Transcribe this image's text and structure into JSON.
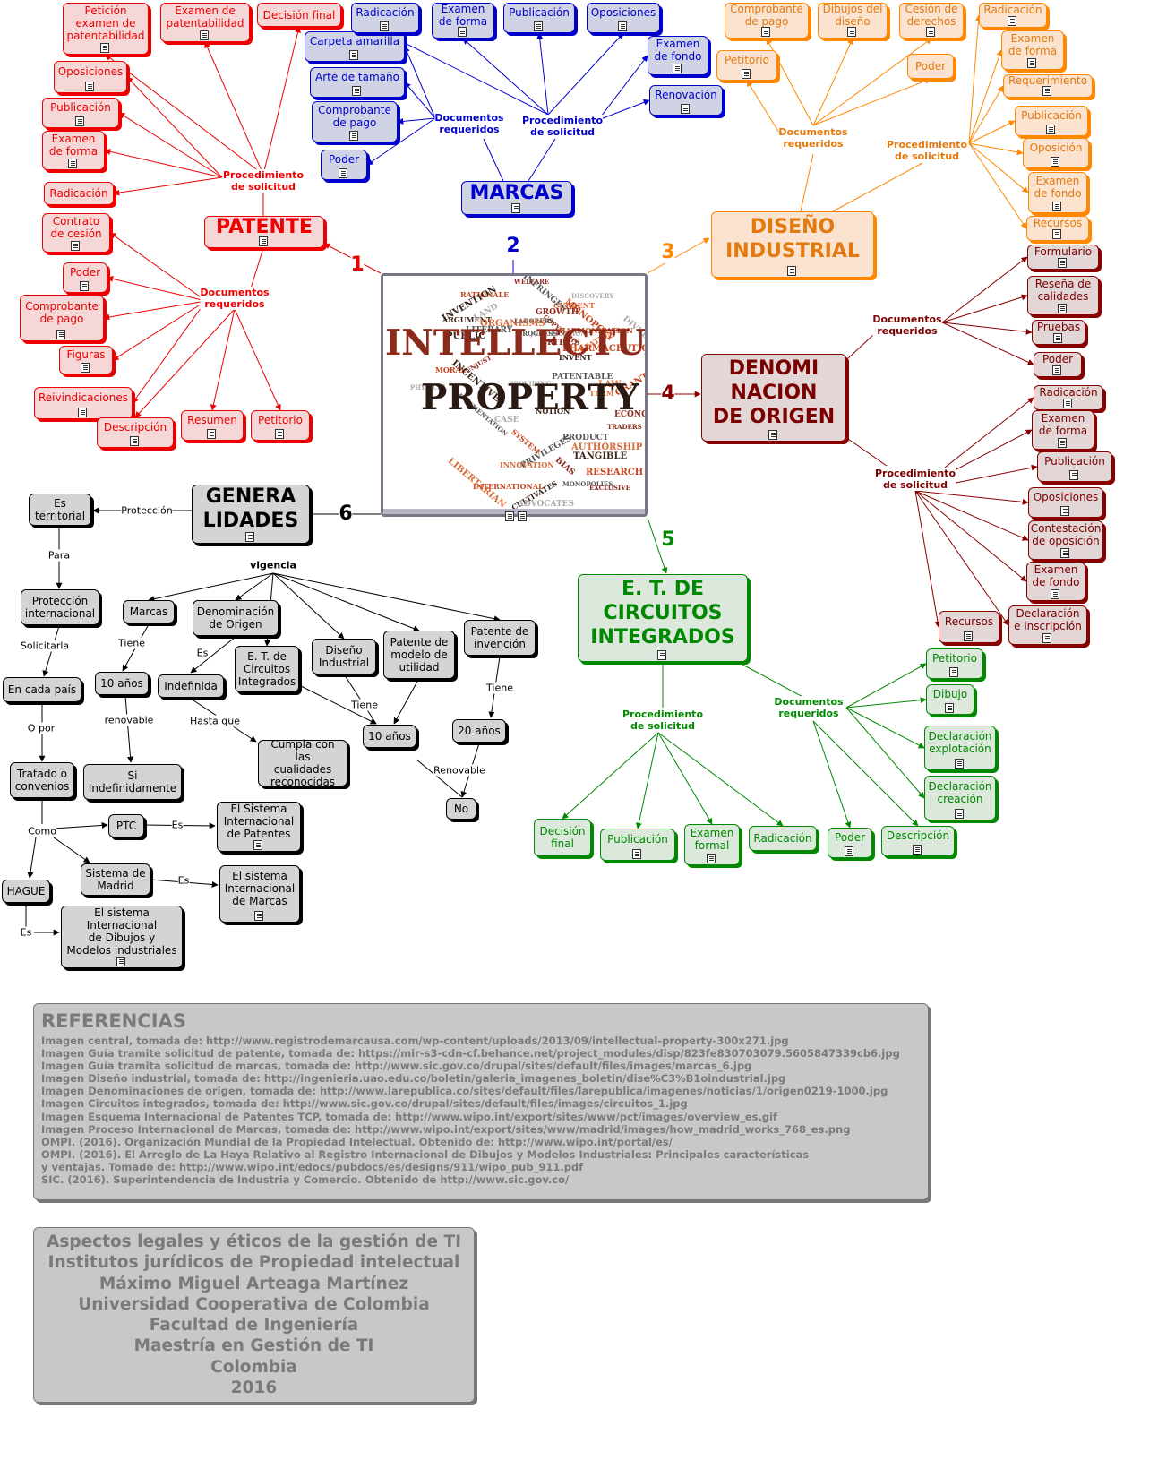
{
  "center": {
    "words_big": [
      "INTELLECTUAL",
      "PROPERTY"
    ],
    "words_small": [
      "WELFARE",
      "RATIONALE",
      "INFRINGES",
      "INVENTION",
      "DISCOVERY",
      "CURRENT",
      "GROWTH",
      "MONOPOLY",
      "LABORERS",
      "ARGUMENT",
      "LAND",
      "ORGANISMS",
      "COPYRIGHT",
      "HARMONIZATION",
      "LITERARY",
      "PUBLIC",
      "JUSTIFICATION",
      "CREATIONS",
      "CRITICS",
      "PHARMACEUTICAL",
      "PROGRESS",
      "INVENT",
      "DIVULGED",
      "LAW",
      "UNJUST",
      "MORAL",
      "PATENTABLE",
      "INCENTIVE",
      "PROVIDING",
      "TERM",
      "ECONOMIC",
      "GRANTED",
      "IMPLEMENTATION",
      "NOTION",
      "CASE",
      "AUTHORSHIP",
      "TRADERS",
      "SYSTEM",
      "PRIVILEGES",
      "TANGIBLE",
      "PHYSICAL",
      "INNOVATION",
      "BIAS",
      "RESEARCH",
      "MONOPOLIES",
      "CULTIVATES",
      "ADVOCATES",
      "LIBERTARIAN",
      "EXCLUSIVE",
      "INTERNATIONAL",
      "PRODUCT"
    ]
  },
  "numbers": [
    "1",
    "2",
    "3",
    "4",
    "5",
    "6"
  ],
  "patente": {
    "title": "PATENTE",
    "procedimiento_label": "Procedimiento\nde solicitud",
    "documentos_label": "Documentos\nrequeridos",
    "proc": [
      "Petición\nexamen de\npatentabilidad",
      "Examen de\npatentabilidad",
      "Decisión final",
      "Oposiciones",
      "Publicación",
      "Examen\nde forma",
      "Radicación"
    ],
    "docs": [
      "Contrato\nde  cesión",
      "Poder",
      "Comprobante\nde pago",
      "Figuras",
      "Reivindicaciones",
      "Descripción",
      "Resumen",
      "Petitorio"
    ]
  },
  "marcas": {
    "title": "MARCAS",
    "documentos_label": "Documentos\nrequeridos",
    "procedimiento_label": "Procedimiento\nde solicitud",
    "docs": [
      "Carpeta amarilla",
      "Arte de tamaño",
      "Comprobante\nde pago",
      "Poder"
    ],
    "proc": [
      "Radicación",
      "Examen\nde forma",
      "Publicación",
      "Oposiciones",
      "Examen\nde fondo",
      "Renovación"
    ]
  },
  "diseno": {
    "title": "DISEÑO\nINDUSTRIAL",
    "documentos_label": "Documentos\nrequeridos",
    "procedimiento_label": "Procedimiento\nde solicitud",
    "docs": [
      "Comprobante\nde pago",
      "Dibujos del\ndiseño",
      "Cesión de\nderechos",
      "Petitorio",
      "Poder"
    ],
    "proc": [
      "Radicación",
      "Examen\nde forma",
      "Requerimiento",
      "Publicación",
      "Oposición",
      "Examen\nde fondo",
      "Recursos"
    ]
  },
  "denominacion": {
    "title": "DENOMI\nNACION\nDE ORIGEN",
    "documentos_label": "Documentos\nrequeridos",
    "procedimiento_label": "Procedimiento\nde solicitud",
    "docs": [
      "Formulario",
      "Reseña de\ncalidades",
      "Pruebas",
      "Poder"
    ],
    "proc": [
      "Radicación",
      "Examen\nde forma",
      "Publicación",
      "Oposiciones",
      "Contestación\nde oposición",
      "Examen\nde fondo",
      "Declaración\ne inscripción",
      "Recursos"
    ]
  },
  "circuitos": {
    "title": "E. T. DE\nCIRCUITOS\nINTEGRADOS",
    "procedimiento_label": "Procedimiento\nde solicitud",
    "documentos_label": "Documentos\nrequeridos",
    "proc": [
      "Decisión\nfinal",
      "Publicación",
      "Examen\nformal",
      "Radicación"
    ],
    "docs": [
      "Petitorio",
      "Dibujo",
      "Declaración\nexplotación",
      "Declaración\ncreación",
      "Poder",
      "Descripción"
    ]
  },
  "generalidades": {
    "title": "GENERA\nLIDADES",
    "vigencia": "vigencia",
    "proteccion_link": "Protección",
    "nodes": {
      "es_territorial": "Es\nterritorial",
      "proteccion_internacional": "Protección\ninternacional",
      "en_cada_pais": "En cada país",
      "tratado": "Tratado o\nconvenios",
      "ptc": "PTC",
      "hague": "HAGUE",
      "sistema_madrid": "Sistema de\nMadrid",
      "sist_patentes": "El Sistema\nInternacional\nde Patentes",
      "sist_marcas": "El sistema\nInternacional\nde Marcas",
      "sist_dibujos": "El sistema\nInternacional\nde Dibujos y\nModelos industriales",
      "marcas": "Marcas",
      "diez_anios_a": "10 años",
      "si_indef": "Si\nIndefinidamente",
      "denominacion": "Denominación\nde Origen",
      "indefinida": "Indefinida",
      "cumpla": "Cumpla con las\ncualidades\nreconocidas",
      "et_circuitos": "E. T. de\nCircuitos\nIntegrados",
      "diseno": "Diseño\nIndustrial",
      "modelo": "Patente de\nmodelo de\nutilidad",
      "diez_anios_b": "10 años",
      "invencion": "Patente de\ninvención",
      "veinte_anios": "20 años",
      "no": "No"
    },
    "links": {
      "para": "Para",
      "solicitarla": "Solicitarla",
      "o_por": "O por",
      "como": "Como",
      "es1": "Es",
      "es2": "Es",
      "es3": "Es",
      "es4": "Es",
      "tiene1": "Tiene",
      "tiene2": "Tiene",
      "tiene3": "Tiene",
      "renovable": "renovable",
      "hasta_que": "Hasta que",
      "renovable2": "Renovable"
    }
  },
  "referencias": {
    "title": "REFERENCIAS",
    "lines": [
      "Imagen central, tomada de: http://www.registrodemarcausa.com/wp-content/uploads/2013/09/intellectual-property-300x271.jpg",
      "Imagen Guía tramite solicitud de patente, tomada de: https://mir-s3-cdn-cf.behance.net/project_modules/disp/823fe830703079.5605847339cb6.jpg",
      "Imagen Guía tramita solicitud de marcas, tomada de: http://www.sic.gov.co/drupal/sites/default/files/images/marcas_6.jpg",
      "Imagen Diseño industrial, tomada de: http://ingenieria.uao.edu.co/boletin/galeria_imagenes_boletin/dise%C3%B1oindustrial.jpg",
      "Imagen Denominaciones de origen, tomada de: http://www.larepublica.co/sites/default/files/larepublica/imagenes/noticias/1/origen0219-1000.jpg",
      "Imagen Circuitos integrados, tomada de: http://www.sic.gov.co/drupal/sites/default/files/images/circuitos_1.jpg",
      "Imagen Esquema Internacional de Patentes TCP, tomada de: http://www.wipo.int/export/sites/www/pct/images/overview_es.gif",
      "Imagen Proceso Internacional de Marcas, tomada de: http://www.wipo.int/export/sites/www/madrid/images/how_madrid_works_768_es.png",
      "OMPI. (2016). Organización Mundial de la Propiedad Intelectual. Obtenido de: http://www.wipo.int/portal/es/",
      "OMPI. (2016). El Arreglo de La Haya Relativo al Registro Internacional de Dibujos y Modelos Industriales: Principales características",
      "y ventajas. Tomado de: http://www.wipo.int/edocs/pubdocs/es/designs/911/wipo_pub_911.pdf",
      "SIC. (2016). Superintendencia de Industria y Comercio. Obtenido de http://www.sic.gov.co/"
    ]
  },
  "credits": {
    "lines": [
      "Aspectos legales y éticos de la gestión de TI",
      "Institutos jurídicos de Propiedad intelectual",
      "Máximo Miguel Arteaga Martínez",
      "Universidad Cooperativa de Colombia",
      "Facultad de Ingeniería",
      "Maestría en Gestión de TI",
      "Colombia",
      "2016"
    ]
  },
  "colors": {
    "patente": "#e00000",
    "marcas": "#0000cc",
    "diseno": "#ff8800",
    "denominacion": "#800000",
    "circuitos": "#008800",
    "generalidades": "#000000"
  }
}
